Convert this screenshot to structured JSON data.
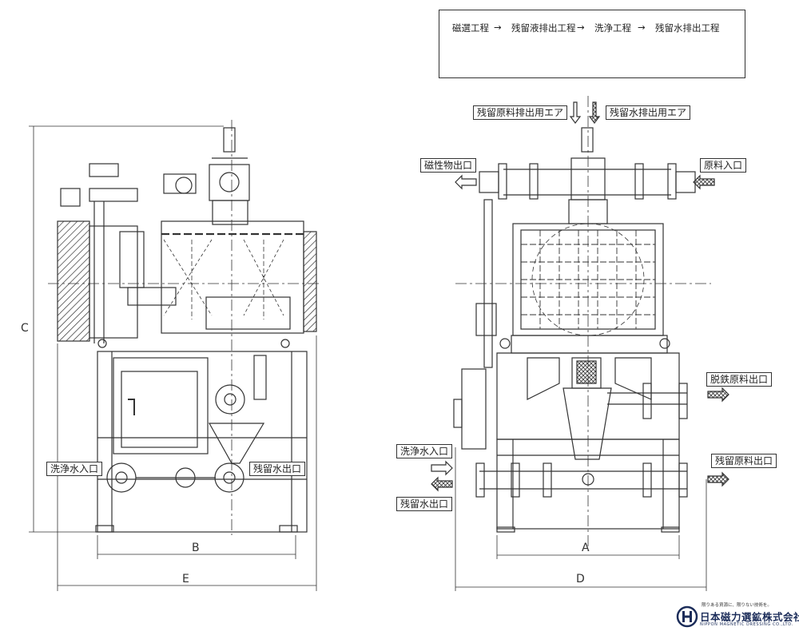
{
  "legend": {
    "steps": [
      "磁選工程",
      "残留液排出工程",
      "洗浄工程",
      "残留水排出工程"
    ],
    "arrow_glyph": "→"
  },
  "left_view": {
    "labels": {
      "wash_in": "洗浄水入口",
      "residual_water_out": "残留水出口"
    },
    "dims": {
      "height": "C",
      "frame_width": "B",
      "total_width": "E"
    }
  },
  "right_view": {
    "labels": {
      "residual_material_air": "残留原料排出用エア",
      "residual_water_air": "残留水排出用エア",
      "magnetic_out": "磁性物出口",
      "material_in": "原料入口",
      "deironed_out": "脱鉄原料出口",
      "wash_in": "洗浄水入口",
      "residual_material_out": "残留原料出口",
      "residual_water_out": "残留水出口"
    },
    "dims": {
      "frame_width": "A",
      "total_width": "D"
    }
  },
  "logo": {
    "tagline": "限りある資源に、限りない技術を。",
    "company": "日本磁力選鉱株式会社",
    "company_en": "NIPPON MAGNETIC DRESSING CO.,LTD."
  },
  "colors": {
    "line": "#333333",
    "brand": "#1c2d5a"
  }
}
